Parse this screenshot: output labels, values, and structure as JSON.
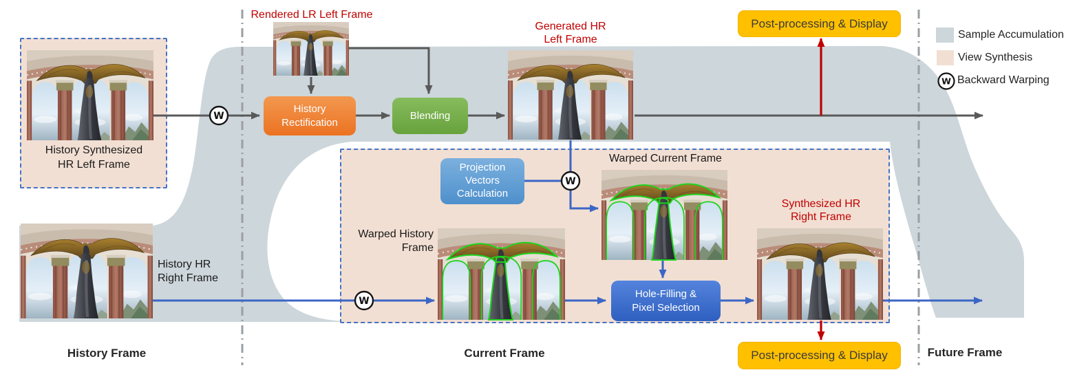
{
  "figure": {
    "warp_symbol": "W",
    "section_labels": {
      "history": "History Frame",
      "current": "Current Frame",
      "future": "Future Frame"
    },
    "legend": {
      "items": [
        {
          "label": "Sample Accumulation",
          "swatch": "#CDD6DB"
        },
        {
          "label": "View Synthesis",
          "swatch": "#F2DFD3"
        },
        {
          "label": "Backward Warping",
          "symbol": "W"
        }
      ]
    },
    "process_boxes": {
      "history_rectification": "History\nRectification",
      "blending": "Blending",
      "projection_vectors": "Projection\nVectors\nCalculation",
      "hole_filling": "Hole-Filling &\nPixel Selection",
      "post_processing_top": "Post-processing & Display",
      "post_processing_bottom": "Post-processing & Display"
    },
    "frame_labels": {
      "history_synthesized": "History Synthesized\nHR Left Frame",
      "rendered_lr": "Rendered LR Left Frame",
      "generated_hr": "Generated HR\nLeft Frame",
      "history_hr_right": "History HR\nRight Frame",
      "warped_history": "Warped History\nFrame",
      "warped_current": "Warped Current Frame",
      "synthesized_hr": "Synthesized HR\nRight Frame"
    },
    "colors": {
      "sample_accumulation": "#CDD6DB",
      "view_synthesis": "#F2DFD3",
      "history_rectification": "#ED7D31",
      "blending": "#70AD47",
      "projection_vectors": "#5B9BD5",
      "hole_filling": "#3E6FD0",
      "post_processing": "#FFC000",
      "red_accent": "#C00000",
      "blue_arrow": "#3B66C5",
      "gray_arrow": "#595959",
      "dashed_border": "#4472C4"
    }
  }
}
